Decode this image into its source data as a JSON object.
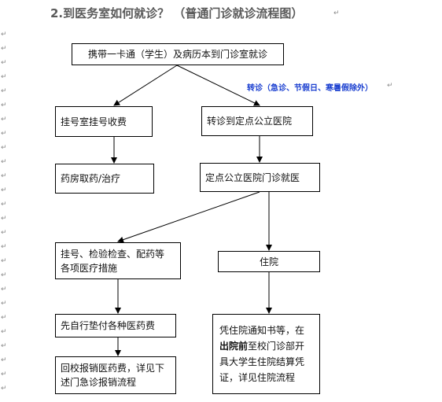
{
  "title": "2.到医务室如何就诊？ （普通门诊就诊流程图）",
  "transfer_note": "转诊（急诊、节假日、寒暑假除外）",
  "paragraph_mark": "↵",
  "boxes": {
    "start": "携带一卡通（学生）及病历本到门诊室就诊",
    "register": "挂号室挂号收费",
    "transfer": "转诊到定点公立医院",
    "pharmacy": "药房取药/治疗",
    "public_hospital": "定点公立医院门诊就医",
    "exam": "挂号、检验检查、配药等\n各项医疗措施",
    "hospitalize": "住院",
    "pay": "先自行垫付各种医药费",
    "reimburse": "回校报销医药费，详见下\n述门急诊报销流程",
    "voucher_pre": "凭住院通知书等，在",
    "voucher_bold": "出院前",
    "voucher_post": "至校门诊部开具大学生住院结算凭证，详见住院流程"
  }
}
